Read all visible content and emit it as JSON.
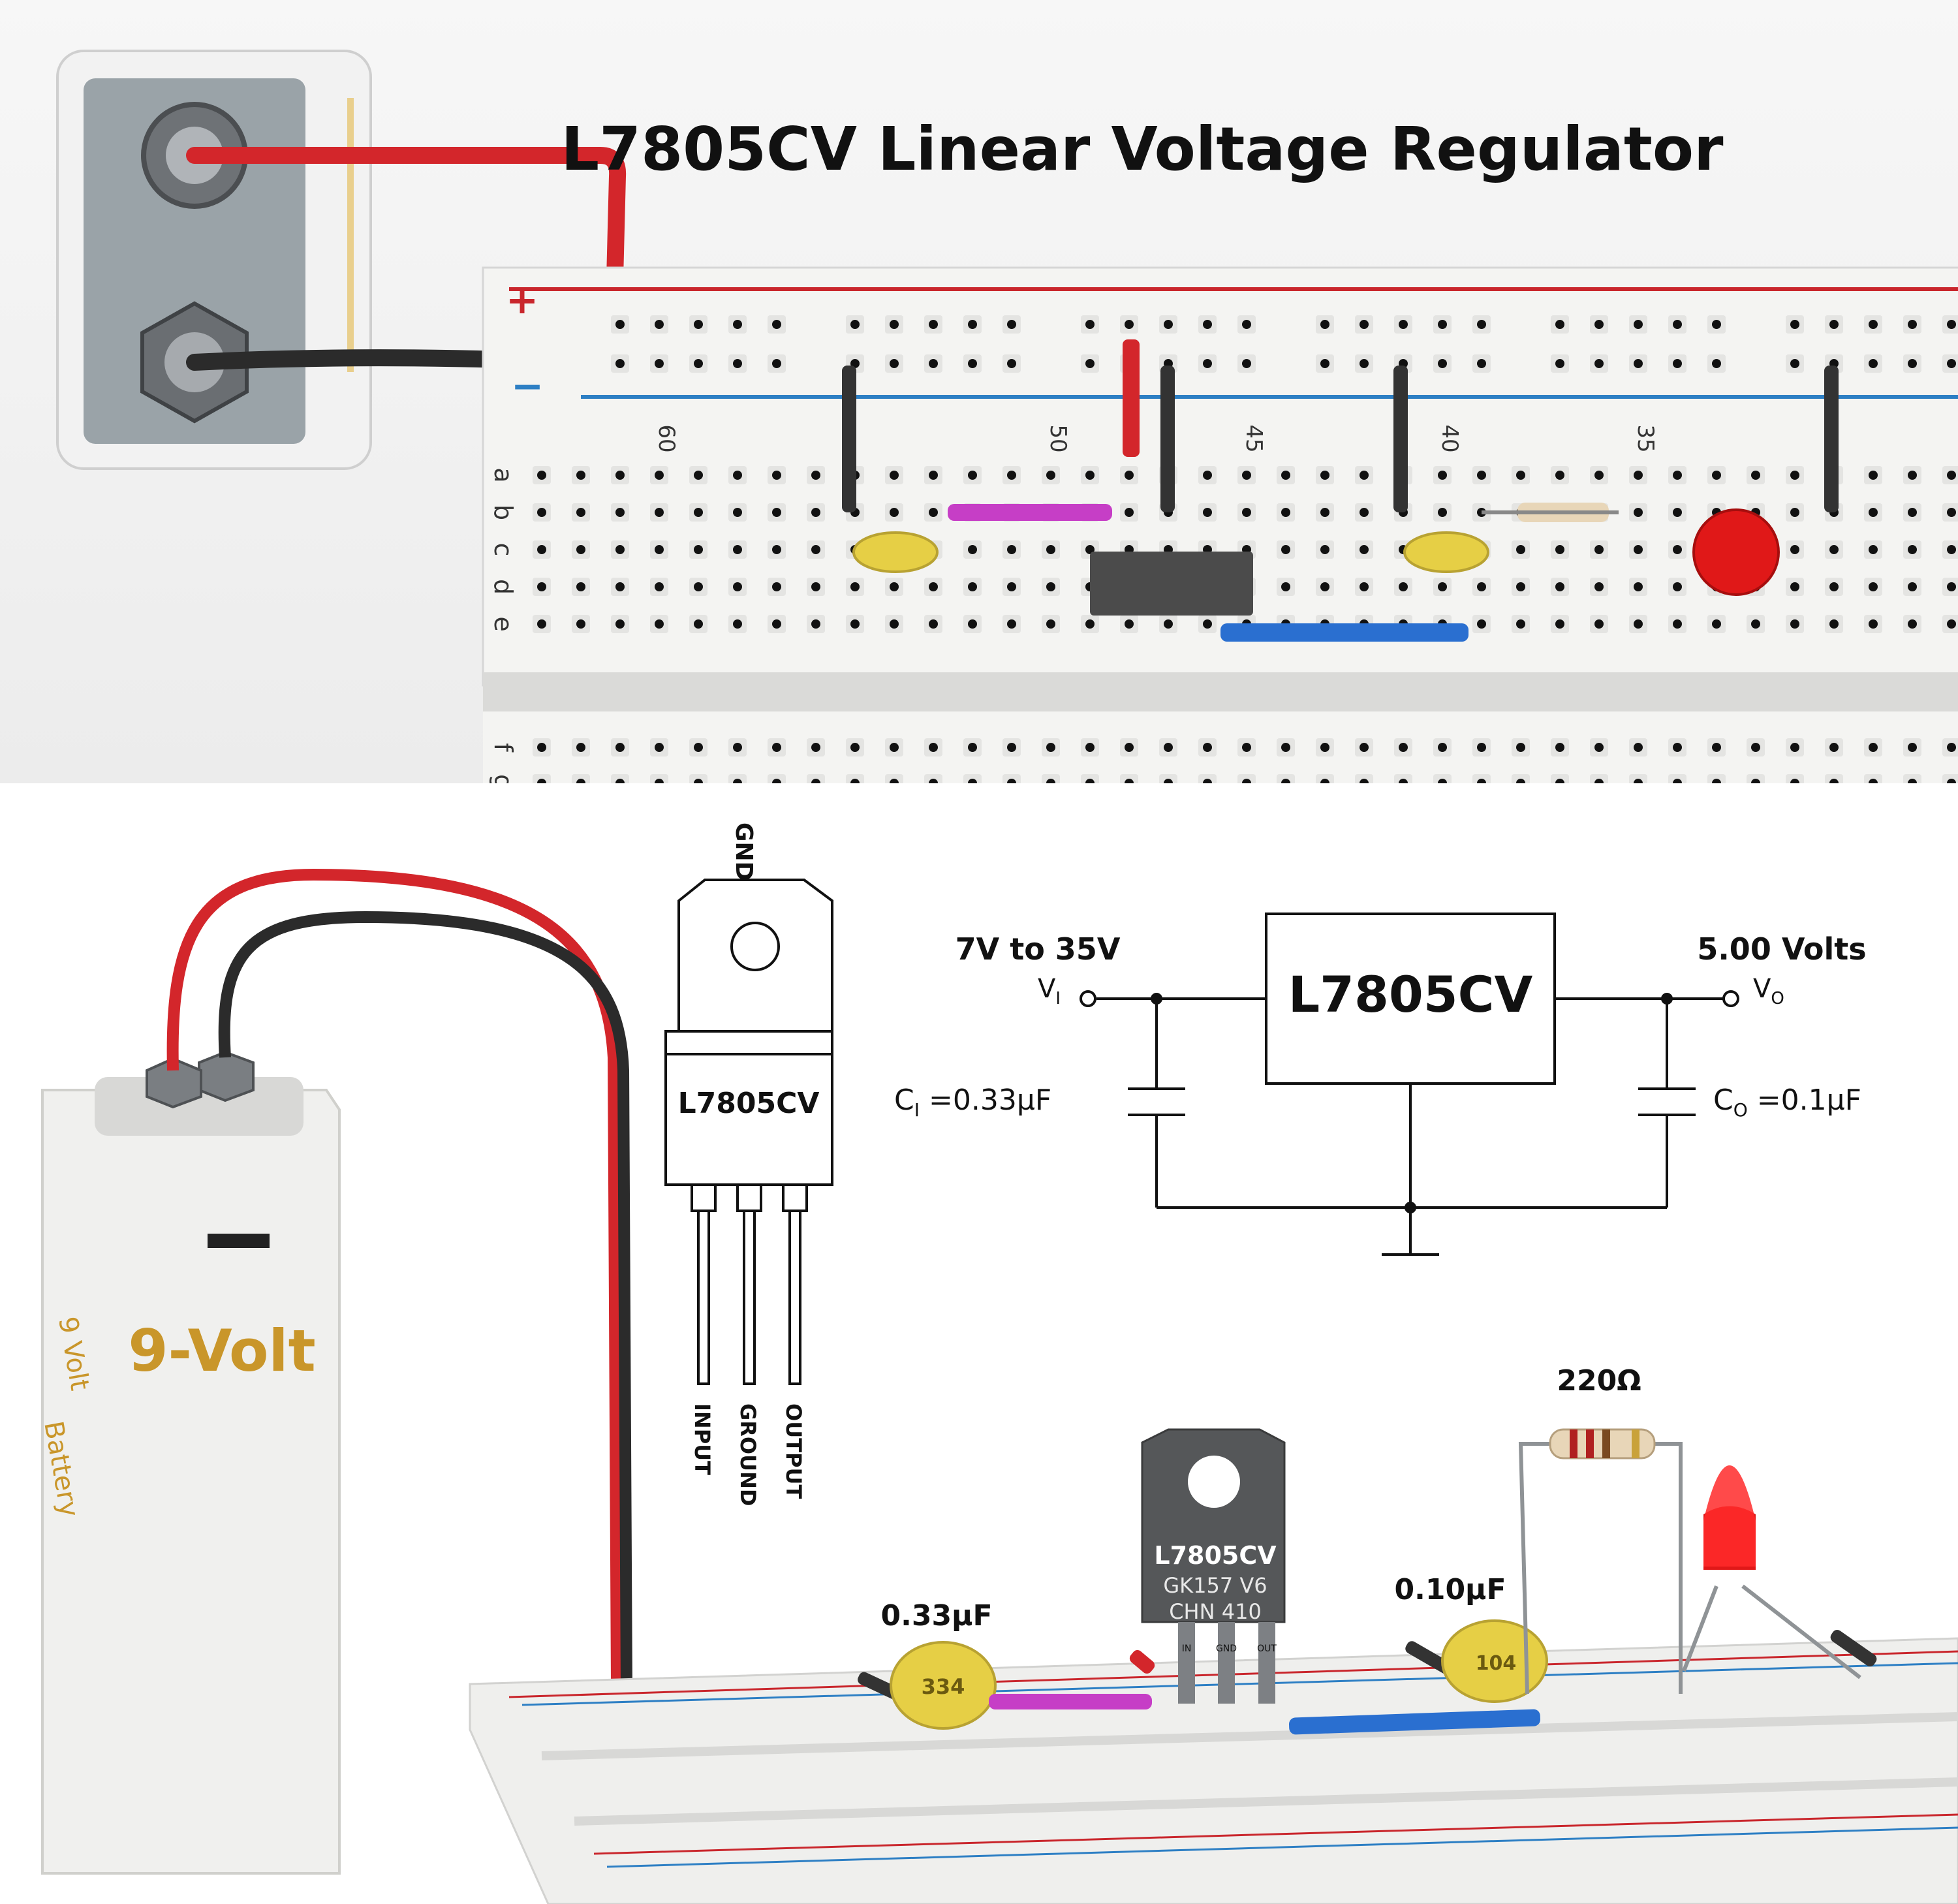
{
  "title": "L7805CV  Linear Voltage Regulator",
  "top_view": {
    "rail_plus": "+",
    "rail_minus": "−",
    "column_numbers": [
      "60",
      "50",
      "45",
      "40",
      "35"
    ],
    "row_letters": [
      "a",
      "b",
      "c",
      "d",
      "e"
    ],
    "lower_row_letters": [
      "f",
      "g"
    ]
  },
  "pinout": {
    "top_label": "GND",
    "body_label": "L7805CV",
    "pins": [
      "INPUT",
      "GROUND",
      "OUTPUT"
    ]
  },
  "schematic": {
    "input_voltage": "7V to 35V",
    "input_symbol": "V",
    "input_sub": "I",
    "output_voltage": "5.00 Volts",
    "output_symbol": "V",
    "output_sub": "O",
    "regulator": "L7805CV",
    "cap_in": {
      "symbol": "C",
      "sub": "I",
      "value": " =0.33μF"
    },
    "cap_out": {
      "symbol": "C",
      "sub": "O",
      "value": " =0.1μF"
    }
  },
  "battery": {
    "label": "9-Volt",
    "side_label_1": "9 Volt",
    "side_label_2": "Battery"
  },
  "components": {
    "cap_in_label": "0.33μF",
    "cap_in_code": "334",
    "cap_out_label": "0.10μF",
    "cap_out_code": "104",
    "resistor_label": "220Ω",
    "regulator_line1": "L7805CV",
    "regulator_line2": "GK157 V6",
    "regulator_line3": "CHN 410",
    "pin_in": "IN",
    "pin_gnd": "GND",
    "pin_out": "OUT"
  },
  "colors": {
    "red_wire": "#d3262b",
    "black_wire": "#2b2b2b",
    "blue_rail": "#2d7fc4",
    "red_rail": "#c9262c",
    "jumper_magenta": "#c63ec6",
    "jumper_blue": "#2a6fd0",
    "capacitor_yellow": "#e6cf45",
    "led_red": "#e01818",
    "battery_accent": "#c9962a"
  }
}
